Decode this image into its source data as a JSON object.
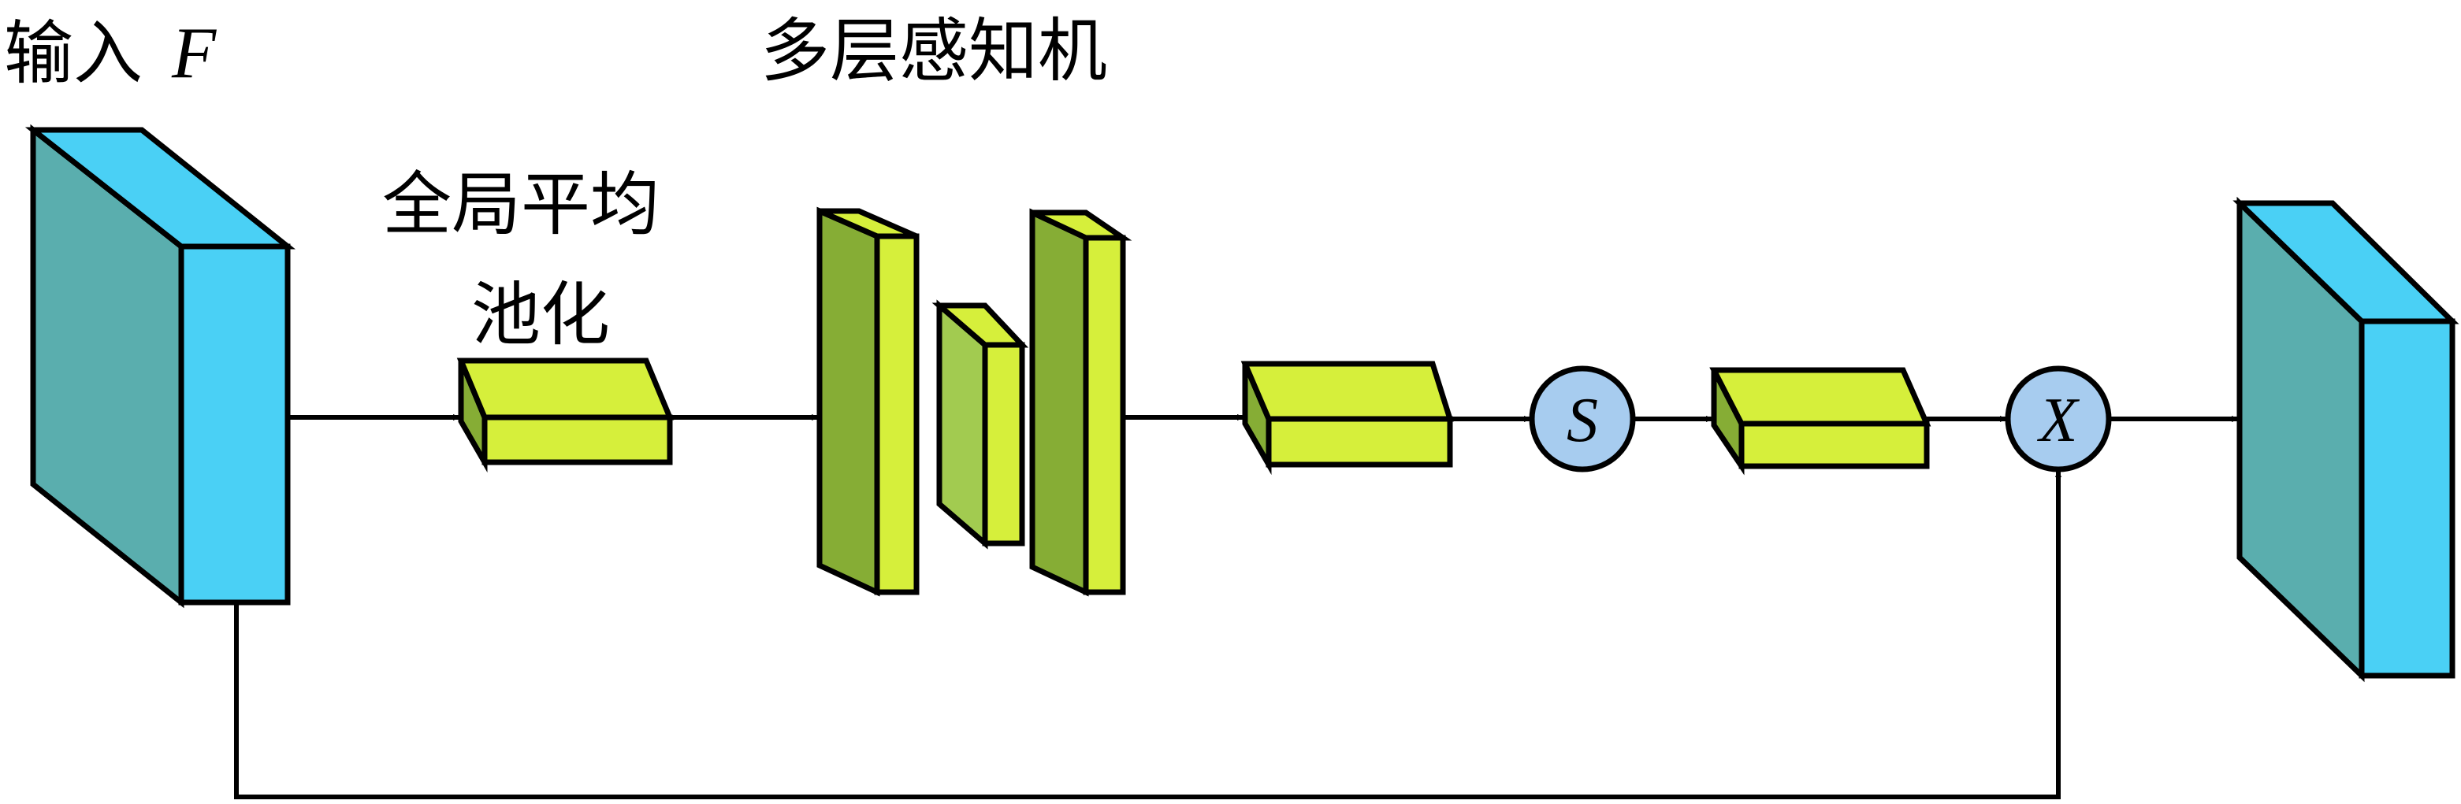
{
  "labels": {
    "input_prefix": "输入",
    "input_var": "F",
    "gap": "全局平均",
    "gap_line2": "池化",
    "mlp": "多层感知机"
  },
  "operators": {
    "sigmoid": "S",
    "multiply": "X"
  },
  "colors": {
    "feature_front": "#4ad0f5",
    "feature_side": "#5aaeae",
    "vector_face": "#d6ef3b",
    "mlp_dark": "#86ad35",
    "mlp_mid": "#a2cb50",
    "operator_fill": "#a7ccef",
    "stroke": "#000000"
  }
}
